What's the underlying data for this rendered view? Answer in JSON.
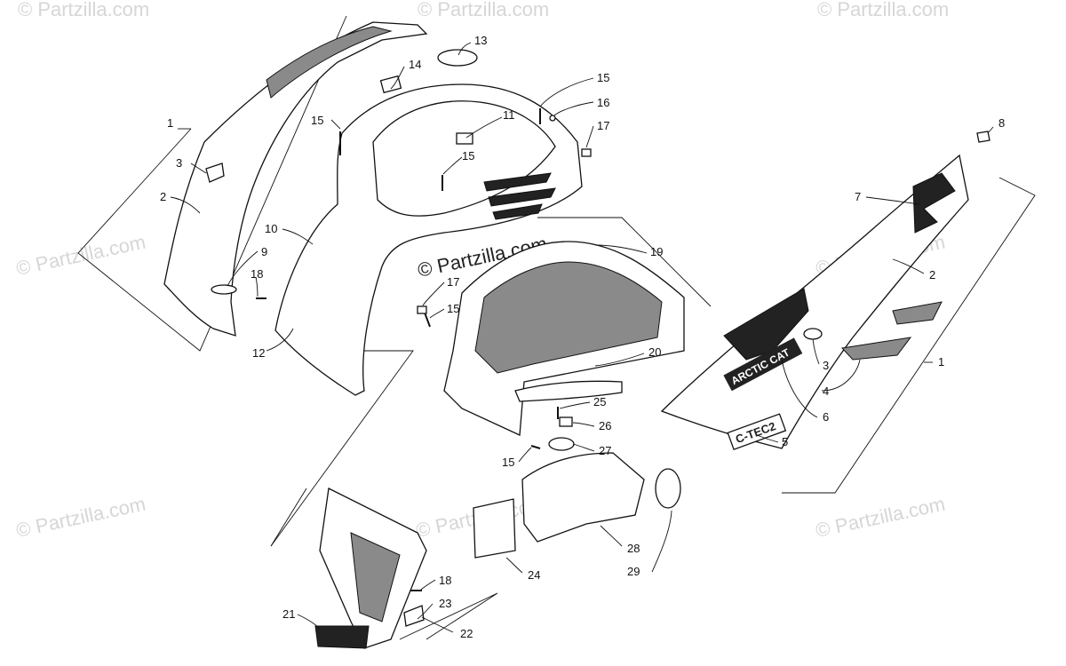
{
  "watermark": {
    "text": "© Partzilla.com",
    "center_text": "© Partzilla.com"
  },
  "decals": {
    "brand": "ARCTIC CAT",
    "model": "C-TEC2"
  },
  "callouts": {
    "c1a": "1",
    "c1b": "1",
    "c2a": "2",
    "c2b": "2",
    "c3a": "3",
    "c3b": "3",
    "c4": "4",
    "c5": "5",
    "c6": "6",
    "c7": "7",
    "c8": "8",
    "c9": "9",
    "c10": "10",
    "c11": "11",
    "c12": "12",
    "c13": "13",
    "c14": "14",
    "c15a": "15",
    "c15b": "15",
    "c15c": "15",
    "c15d": "15",
    "c15e": "15",
    "c16": "16",
    "c17a": "17",
    "c17b": "17",
    "c18a": "18",
    "c18b": "18",
    "c19": "19",
    "c20": "20",
    "c21": "21",
    "c22": "22",
    "c23": "23",
    "c24": "24",
    "c25": "25",
    "c26": "26",
    "c27": "27",
    "c28": "28",
    "c29": "29"
  }
}
